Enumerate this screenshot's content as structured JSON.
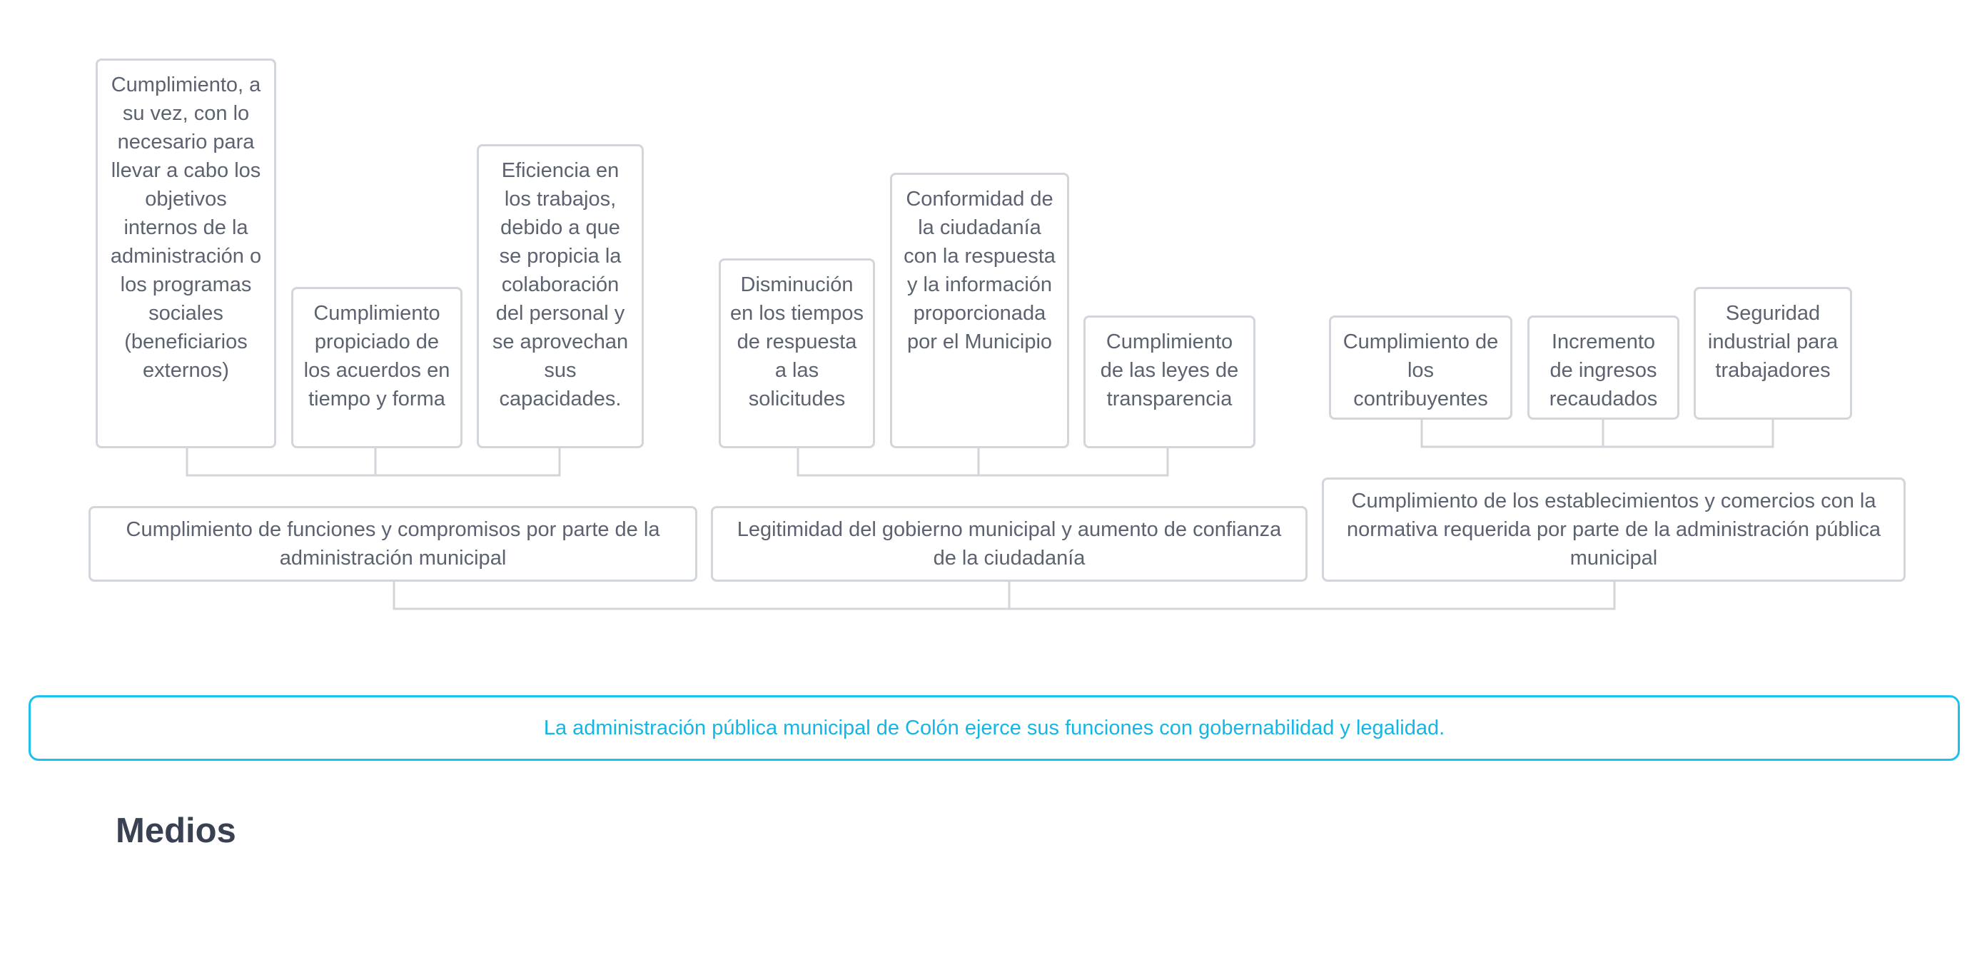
{
  "diagram": {
    "effects": [
      {
        "text": "Cumplimiento, a su vez, con lo necesario para llevar a cabo los objetivos internos de la administración o los programas sociales (beneficiarios externos)"
      },
      {
        "text": "Cumplimiento propiciado de los acuerdos en tiempo y forma"
      },
      {
        "text": "Eficiencia en los trabajos, debido a que se propicia la colaboración del personal y se aprovechan sus capacidades."
      },
      {
        "text": "Disminución en los tiempos de respuesta a las solicitudes"
      },
      {
        "text": "Conformidad de la ciudadanía con la respuesta y la información proporcionada por el Municipio"
      },
      {
        "text": "Cumplimiento de las leyes de transparencia"
      },
      {
        "text": "Cumplimiento de los contribuyentes"
      },
      {
        "text": "Incremento de ingresos recaudados"
      },
      {
        "text": "Seguridad industrial para trabajadores"
      }
    ],
    "components": [
      {
        "text": "Cumplimiento de funciones y compromisos por parte de la administración municipal"
      },
      {
        "text": "Legitimidad del gobierno municipal y aumento de confianza de la ciudadanía"
      },
      {
        "text": "Cumplimiento de los establecimientos y comercios con la normativa requerida por parte de la administración pública municipal"
      }
    ],
    "purpose": "La administración pública municipal de Colón ejerce sus funciones con gobernabilidad y legalidad."
  },
  "section": {
    "title": "Medios"
  },
  "colors": {
    "box_border": "#d2d5da",
    "box_text": "#5c6270",
    "purpose_accent": "#14b6e6",
    "title_text": "#3a4152"
  }
}
